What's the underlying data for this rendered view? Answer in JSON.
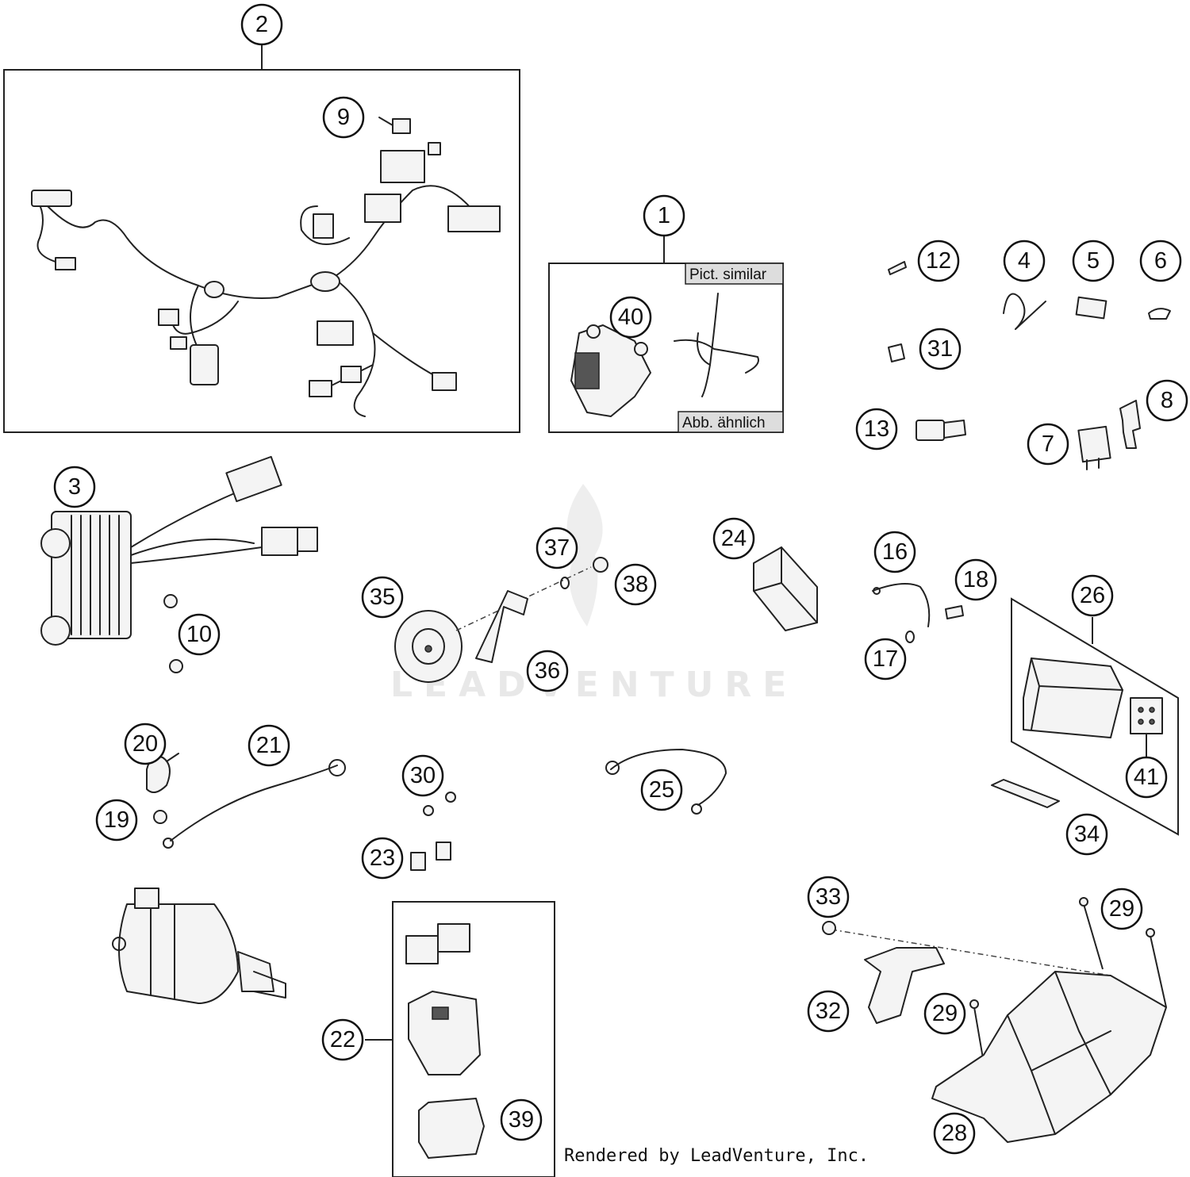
{
  "labels": {
    "frame_tag_en": "Pict. similar",
    "frame_tag_de": "Abb. ähnlich",
    "watermark": "LEADVENTURE",
    "credit": "Rendered by LeadVenture, Inc."
  },
  "callouts": {
    "c1": "1",
    "c2": "2",
    "c3": "3",
    "c4": "4",
    "c5": "5",
    "c6": "6",
    "c7": "7",
    "c8": "8",
    "c9": "9",
    "c10": "10",
    "c12": "12",
    "c13": "13",
    "c16": "16",
    "c17": "17",
    "c18": "18",
    "c19": "19",
    "c20": "20",
    "c21": "21",
    "c22": "22",
    "c23": "23",
    "c24": "24",
    "c25": "25",
    "c26": "26",
    "c28": "28",
    "c29a": "29",
    "c29b": "29",
    "c30": "30",
    "c31": "31",
    "c32": "32",
    "c33": "33",
    "c34": "34",
    "c35": "35",
    "c36": "36",
    "c37": "37",
    "c38": "38",
    "c39": "39",
    "c40": "40",
    "c41": "41"
  },
  "colors": {
    "line": "#222222",
    "background": "#ffffff",
    "watermark": "#e8e8e8"
  }
}
